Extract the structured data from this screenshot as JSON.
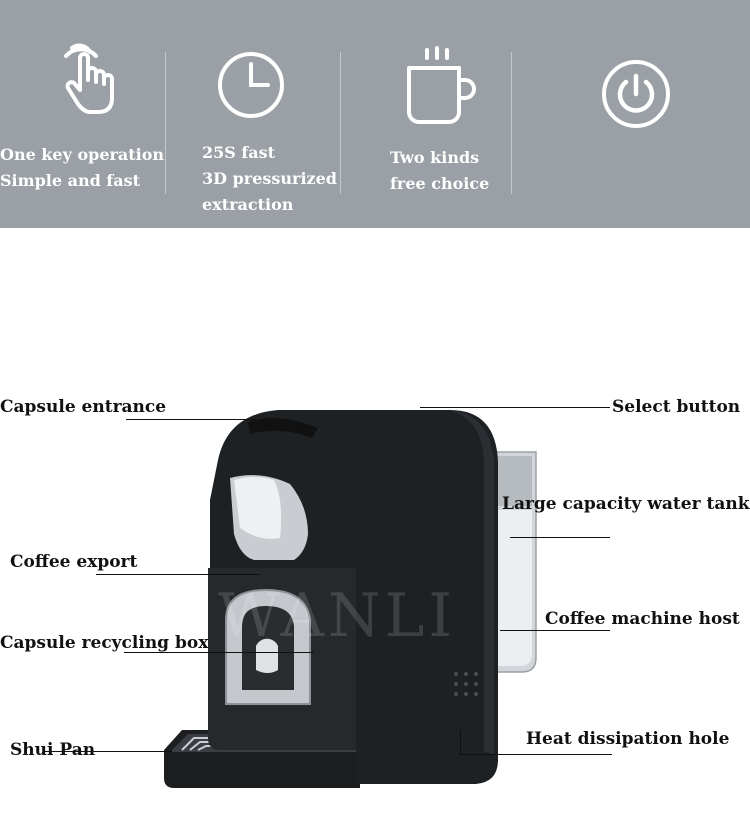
{
  "features": [
    {
      "icon": "hand-pointer-icon",
      "line1": "One key operation",
      "line2": "Simple and fast",
      "line3": ""
    },
    {
      "icon": "clock-icon",
      "line1": "25S fast",
      "line2": "3D pressurized",
      "line3": "extraction"
    },
    {
      "icon": "coffee-cup-icon",
      "line1": "Two kinds",
      "line2": "free choice",
      "line3": ""
    },
    {
      "icon": "power-icon",
      "line1": "",
      "line2": "",
      "line3": ""
    }
  ],
  "labels": {
    "capsule_entrance": "Capsule entrance",
    "select_button": "Select button",
    "water_tank": "Large capacity water tank",
    "coffee_export": "Coffee export",
    "machine_host": "Coffee machine host",
    "recycling_box": "Capsule recycling box",
    "heat_hole": "Heat dissipation hole",
    "shui_pan": "Shui Pan"
  },
  "watermark": "WANLI",
  "colors": {
    "banner": "#9aa0a6",
    "machine": "#1e2124",
    "tank": "#d9dcdf"
  }
}
